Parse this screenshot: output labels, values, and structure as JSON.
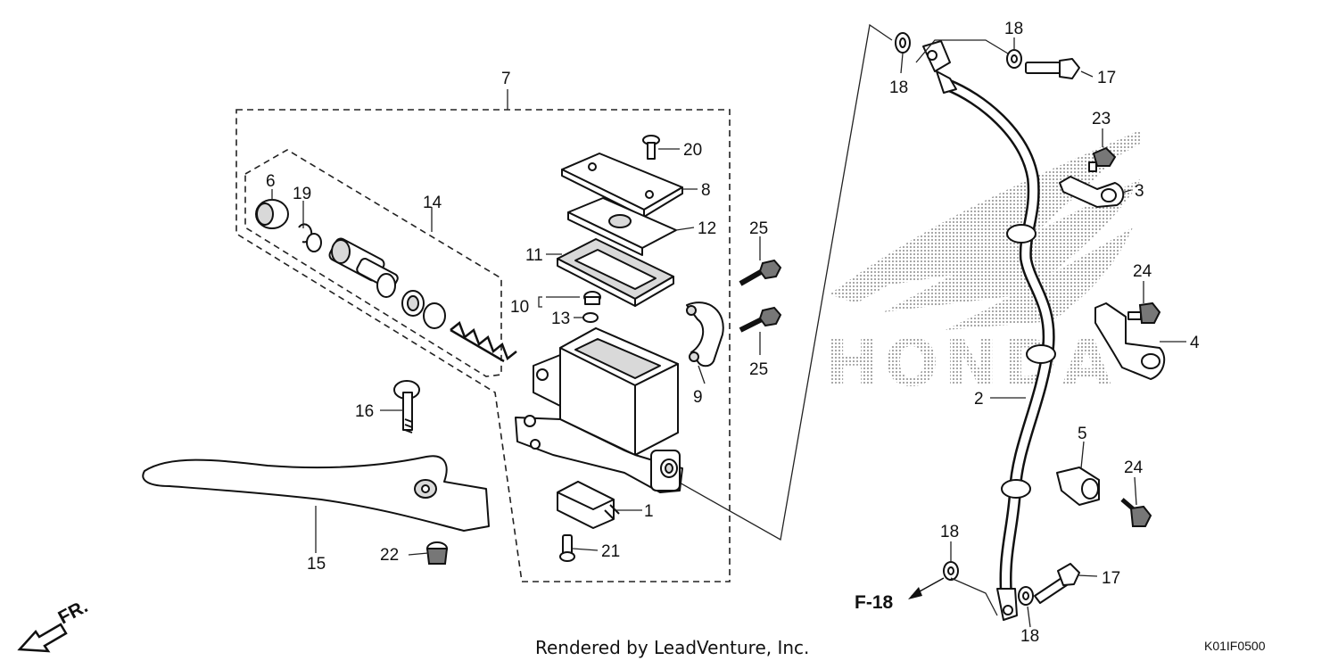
{
  "labels": {
    "p1": "1",
    "p2": "2",
    "p3": "3",
    "p4": "4",
    "p5": "5",
    "p6": "6",
    "p7": "7",
    "p8": "8",
    "p9": "9",
    "p10": "10",
    "p11": "11",
    "p12": "12",
    "p13": "13",
    "p14": "14",
    "p15": "15",
    "p16": "16",
    "p17a": "17",
    "p17b": "17",
    "p18a": "18",
    "p18b": "18",
    "p18c": "18",
    "p18d": "18",
    "p19": "19",
    "p20": "20",
    "p21": "21",
    "p22": "22",
    "p23": "23",
    "p24a": "24",
    "p24b": "24",
    "p25a": "25",
    "p25b": "25"
  },
  "reference": "F-18",
  "direction": "FR.",
  "watermark": "HONDA",
  "footer": "Rendered by LeadVenture, Inc.",
  "drawing_code": "K01IF0500"
}
